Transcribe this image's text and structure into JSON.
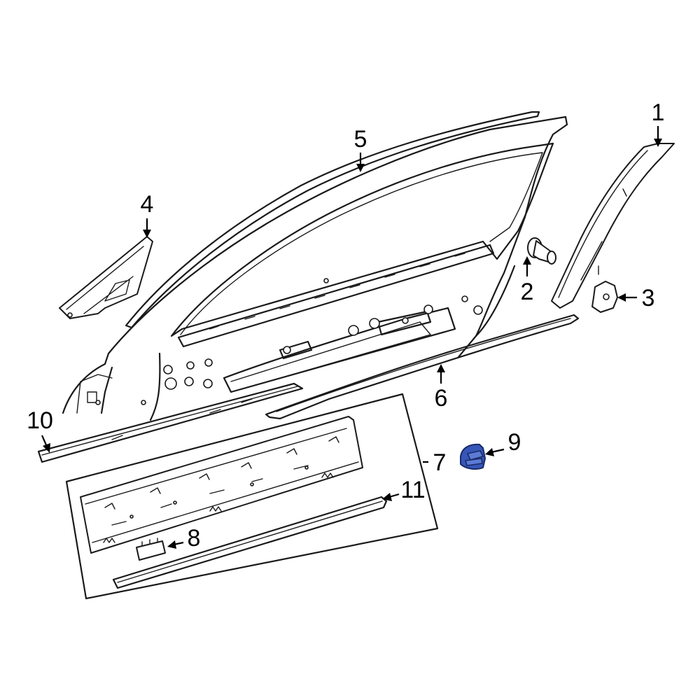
{
  "diagram": {
    "highlight_color": "#3656b8",
    "callouts": [
      {
        "id": "c1",
        "label": "1"
      },
      {
        "id": "c2",
        "label": "2"
      },
      {
        "id": "c3",
        "label": "3"
      },
      {
        "id": "c4",
        "label": "4"
      },
      {
        "id": "c5",
        "label": "5"
      },
      {
        "id": "c6",
        "label": "6"
      },
      {
        "id": "c7",
        "label": "7"
      },
      {
        "id": "c8",
        "label": "8"
      },
      {
        "id": "c9",
        "label": "9"
      },
      {
        "id": "c10",
        "label": "10"
      },
      {
        "id": "c11",
        "label": "11"
      }
    ]
  }
}
